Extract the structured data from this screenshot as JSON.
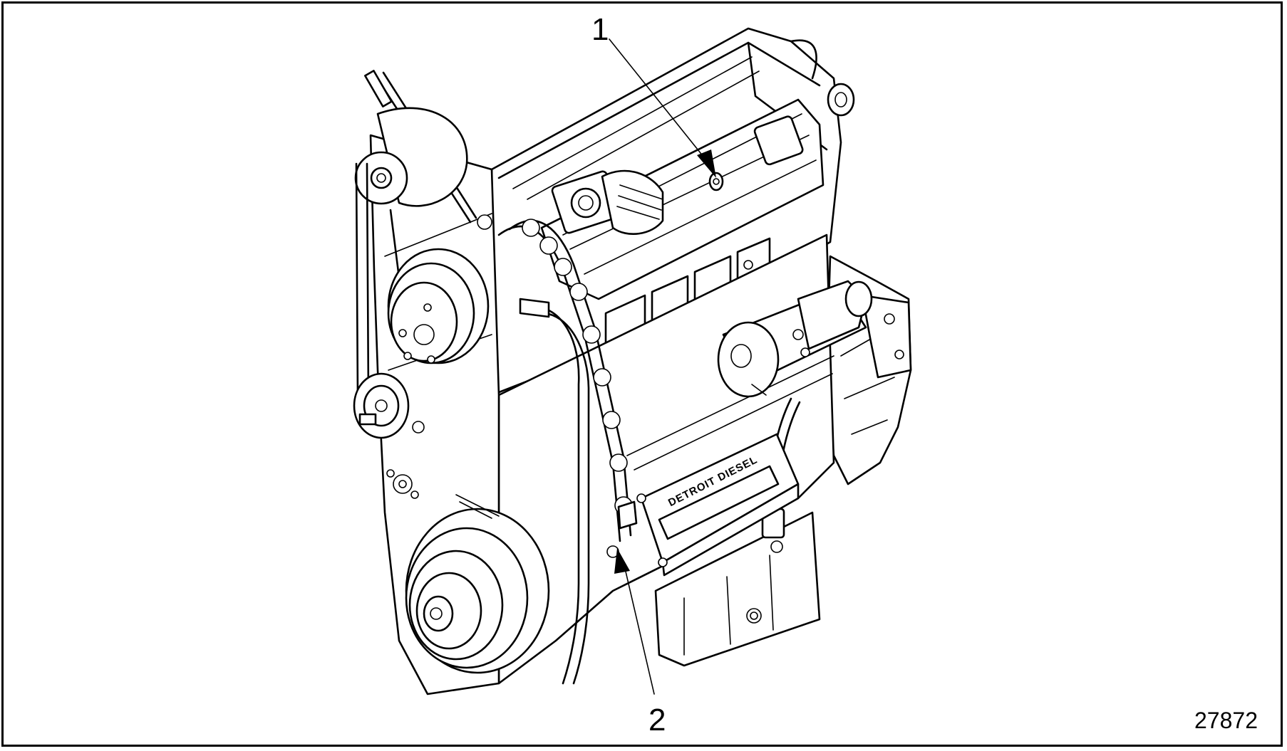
{
  "figure": {
    "figure_number": "27872",
    "callouts": [
      {
        "id": "1",
        "label": "1"
      },
      {
        "id": "2",
        "label": "2"
      }
    ],
    "module_text": "DETROIT DIESEL"
  },
  "colors": {
    "line": "#000000",
    "background": "#ffffff"
  }
}
